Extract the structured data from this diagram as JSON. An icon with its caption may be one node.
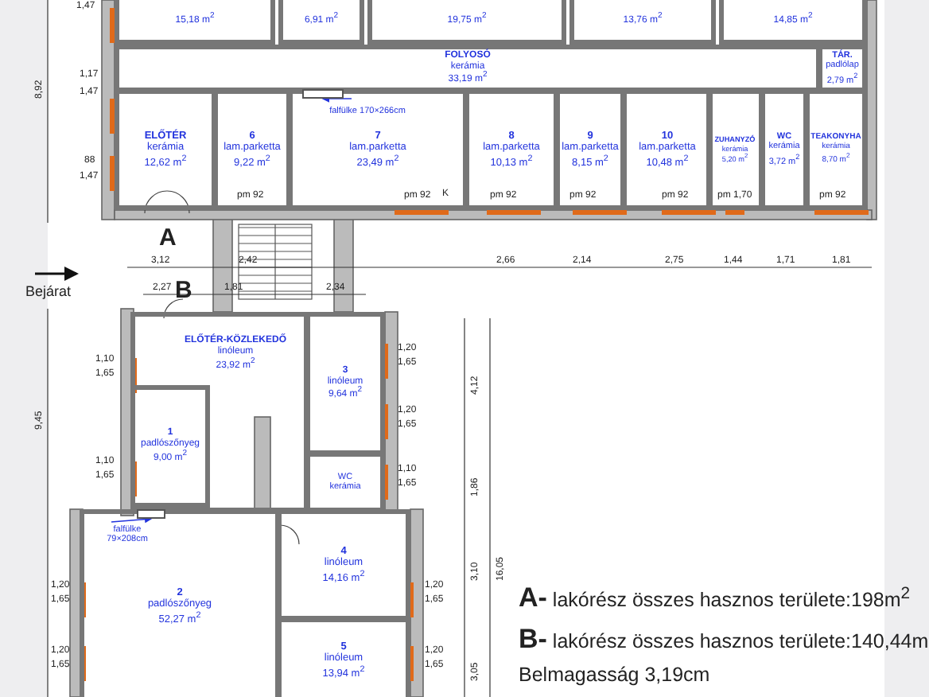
{
  "diagram": {
    "nodes": [
      {
        "text": [
          "15,18 m$^{2}$"
        ]
      },
      {
        "text": [
          "6,91 m$^{2}$"
        ]
      },
      {
        "text": [
          "19,75 m$^{2}$"
        ]
      },
      {
        "text": [
          "13,76 m$^{2}$"
        ]
      },
      {
        "text": [
          "14,85 m$^{2}$"
        ]
      },
      {
        "text": [
          "FOLYOSÓ",
          "kerámia",
          "33,19 m$^{2}$"
        ]
      },
      {
        "text": [
          "TÁR.",
          "padlólap",
          "2,79 m$^{2}$"
        ]
      },
      {
        "text": [
          "ELŐTÉR",
          "kerámia",
          "12,62 m$^{2}$"
        ]
      },
      {
        "text": [
          "6",
          "lam.parketta",
          "9,22 m$^{2}$"
        ]
      },
      {
        "text": [
          "7",
          "lam.parketta",
          "23,49 m$^{2}$"
        ]
      },
      {
        "text": [
          "8",
          "lam.parketta",
          "10,13 m$^{2}$"
        ]
      },
      {
        "text": [
          "9",
          "lam.parketta",
          "8,15 m$^{2}$"
        ]
      },
      {
        "text": [
          "10",
          "lam.parketta",
          "10,48 m$^{2}$"
        ]
      },
      {
        "text": [
          "ZUHANYZÓ",
          "kerámia",
          "5,20 m$^{2}$"
        ]
      },
      {
        "text": [
          "WC",
          "kerámia",
          "3,72 m$^{2}$"
        ]
      },
      {
        "text": [
          "TEAKONYHA",
          "kerámia",
          "8,70 m$^{2}$"
        ]
      },
      {
        "text": [
          "ELŐTÉR-KÖZLEKEDŐ",
          "linóleum",
          "23,92 m$^{2}$"
        ]
      },
      {
        "text": [
          "1",
          "padlószőnyeg",
          "9,00 m$^{2}$"
        ],
        "in": 16
      },
      {
        "text": [
          "3",
          "linóleum",
          "9,64 m$^{2}$"
        ]
      },
      {
        "text": [
          "WC",
          "kerámia"
        ]
      },
      {
        "text": [
          "2",
          "padlószőnyeg",
          "52,27 m$^{2}$"
        ]
      },
      {
        "text": [
          "4",
          "linóleum",
          "14,16 m$^{2}$"
        ]
      },
      {
        "text": [
          "5",
          "linóleum",
          "13,94 m$^{2}$"
        ]
      },
      {
        "text": [
          "falfülke 170×266cm"
        ],
        "in": 9
      },
      {
        "text": [],
        "shape": "box",
        "in": 9
      },
      {
        "text": [
          "falfülke 79×208cm"
        ],
        "in": 20
      },
      {
        "text": [],
        "shape": "box",
        "in": 20
      }
    ],
    "edges": [
      {
        "from": 23,
        "to": 24,
        "arrow": "to"
      },
      {
        "from": 25,
        "to": 26,
        "arrow": "to"
      }
    ],
    "labels": [
      "1,47",
      "1,17",
      "1,47",
      "88",
      "1,47",
      "8,92",
      "pm 92",
      "pm 92",
      "K",
      "pm 92",
      "pm 92",
      "pm 92",
      "pm 1,70",
      "pm 92",
      "A",
      "3,12",
      "2,42",
      "2,66",
      "2,14",
      "2,75",
      "1,44",
      "1,71",
      "1,81",
      "Bejárat",
      "B",
      "2,27",
      "1,81",
      "2,34",
      "9,45",
      "1,10",
      "1,65",
      "1,10",
      "1,65",
      "1,20",
      "1,65",
      "1,20",
      "1,65",
      "1,20",
      "1,65",
      "1,20",
      "1,65",
      "1,10",
      "1,65",
      "1,20",
      "1,65",
      "1,20",
      "1,65",
      "4,12",
      "1,86",
      "3,10",
      "16,05",
      "3,05",
      "**A-** lakórész összes hasznos területe:198m$^{2}$",
      "**B-** lakórész összes hasznos területe:140,44m$^{2}$",
      "Belmagasság 3,19cm"
    ]
  }
}
